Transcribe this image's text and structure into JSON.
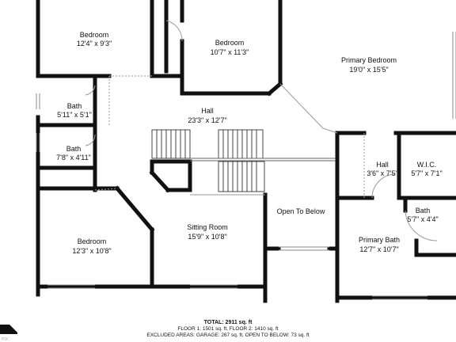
{
  "rooms": {
    "bedroom_nw": {
      "name": "Bedroom",
      "dims": "12'4\" x 9'3\""
    },
    "bedroom_n": {
      "name": "Bedroom",
      "dims": "10'7\" x 11'3\""
    },
    "primary_bedroom": {
      "name": "Primary Bedroom",
      "dims": "19'0\" x 15'5\""
    },
    "bath_1": {
      "name": "Bath",
      "dims": "5'11\" x 5'1\""
    },
    "bath_2": {
      "name": "Bath",
      "dims": "7'8\" x 4'11\""
    },
    "hall_main": {
      "name": "Hall",
      "dims": "23'3\" x 12'7\""
    },
    "hall_small": {
      "name": "Hall",
      "dims": "3'6\" x 7'5\""
    },
    "wic": {
      "name": "W.I.C.",
      "dims": "5'7\" x 7'1\""
    },
    "bath_primary_small": {
      "name": "Bath",
      "dims": "5'7\" x 4'4\""
    },
    "open_to_below": {
      "name": "Open To Below"
    },
    "bedroom_sw": {
      "name": "Bedroom",
      "dims": "12'3\" x 10'8\""
    },
    "sitting_room": {
      "name": "Sitting Room",
      "dims": "15'9\" x 10'8\""
    },
    "primary_bath": {
      "name": "Primary Bath",
      "dims": "12'7\" x 10'7\""
    }
  },
  "footer": {
    "total": "TOTAL: 2911 sq. ft",
    "floors": "FLOOR 1: 1501 sq. ft, FLOOR 2: 1410 sq. ft",
    "excluded": "EXCLUDED AREAS: GARAGE: 267 sq. ft, OPEN TO BELOW: 73 sq. ft"
  },
  "logo": {
    "text": "PIX"
  },
  "colors": {
    "wall": "#111111",
    "window": "#8a8a8a",
    "door_swing": "#9a9a9a",
    "background": "#ffffff"
  }
}
